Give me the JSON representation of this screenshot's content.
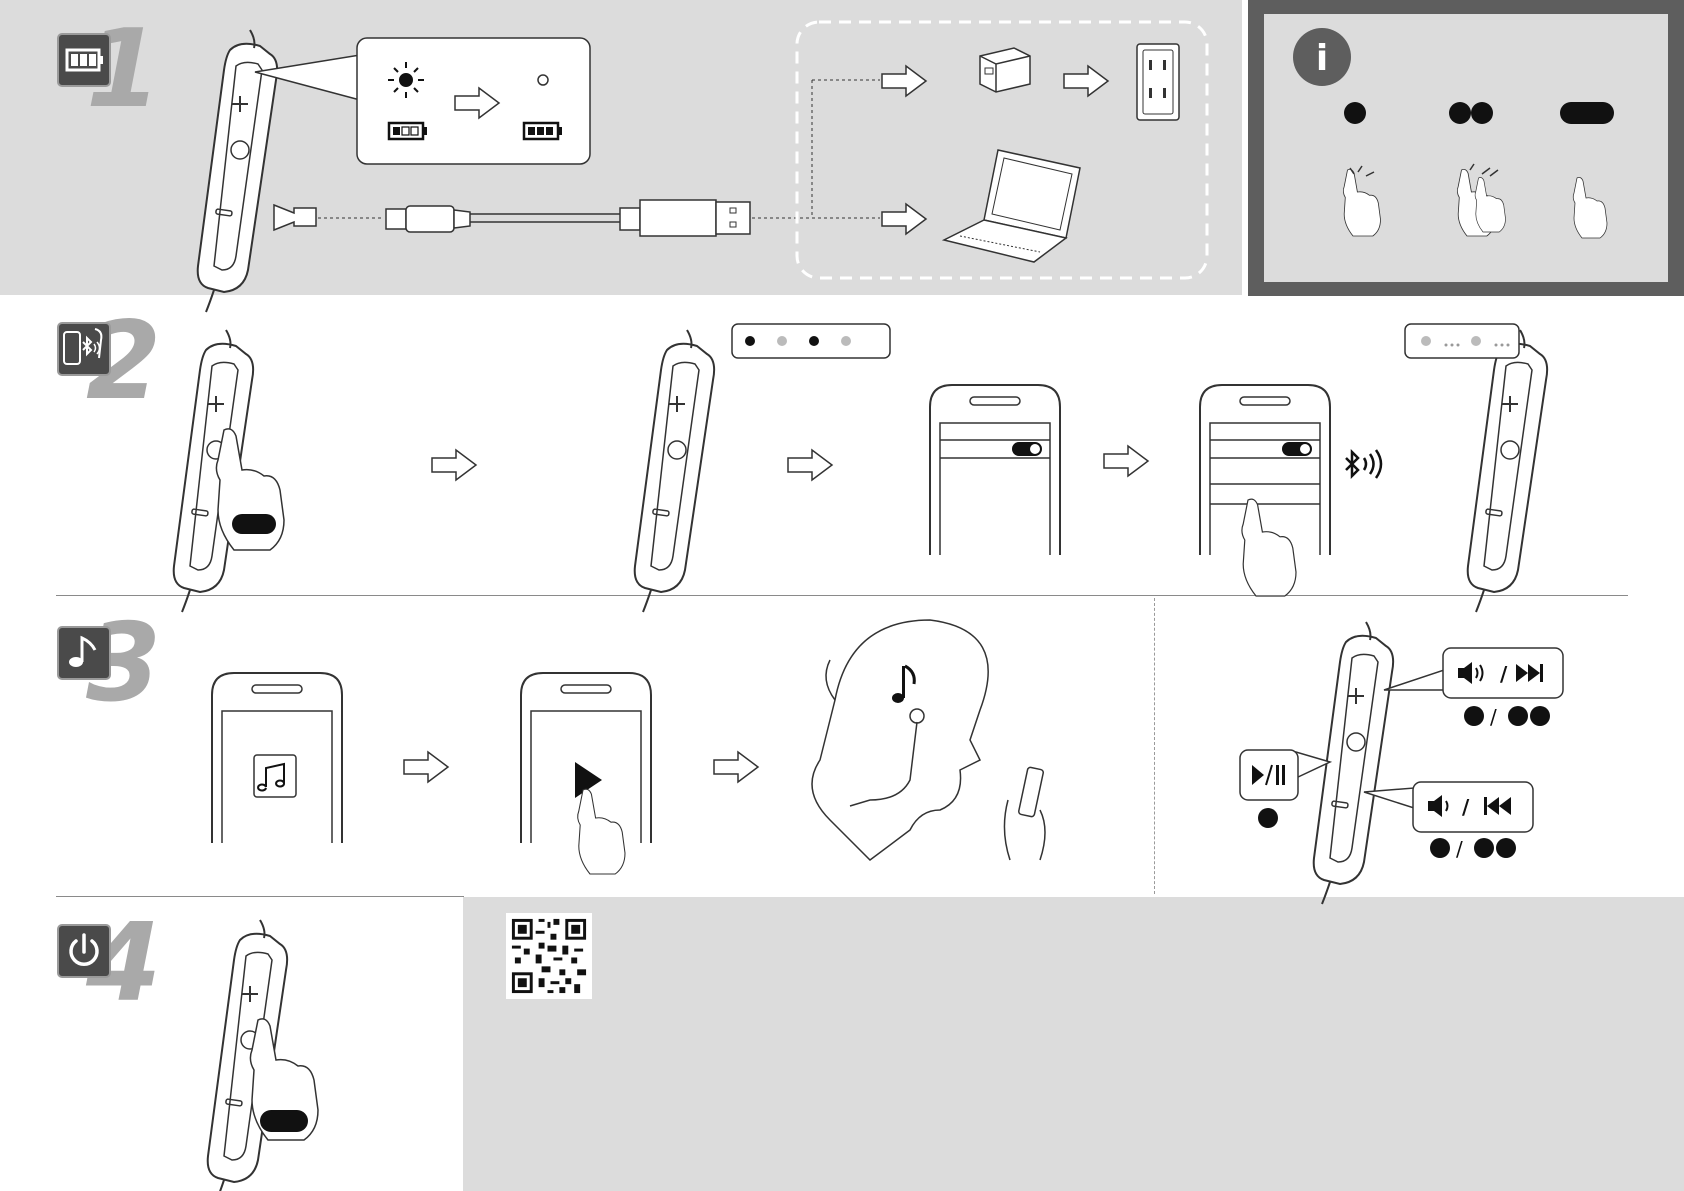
{
  "steps": [
    {
      "number": "1",
      "icon": "battery-icon"
    },
    {
      "number": "2",
      "icon": "bluetooth-pairing-icon"
    },
    {
      "number": "3",
      "icon": "music-note-icon"
    },
    {
      "number": "4",
      "icon": "power-icon"
    }
  ],
  "info": {
    "icon": "info-icon",
    "glyph": "i"
  },
  "controls": {
    "play_pause": "▶/II",
    "separator": "/"
  },
  "colors": {
    "band": "#dcdcdc",
    "dark": "#4a4a4a",
    "info_frame": "#5e5e5e",
    "num": "#a9a9a9"
  }
}
